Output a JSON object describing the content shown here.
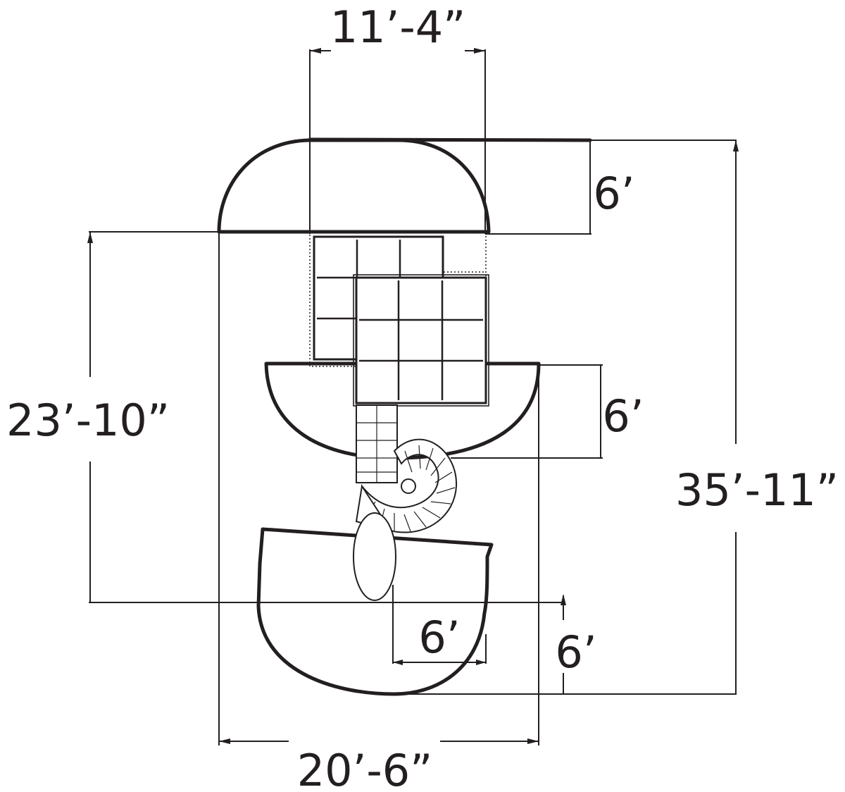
{
  "dimensions": {
    "top_width": "11’-4”",
    "overall_width": "20’-6”",
    "overall_length": "35’-11”",
    "left_length": "23’-10”",
    "top_zone_depth": "6’",
    "mid_zone_depth": "6’",
    "bottom_zone_width": "6’",
    "bottom_zone_depth": "6’"
  },
  "colors": {
    "line": "#231f20",
    "background": "#ffffff"
  }
}
